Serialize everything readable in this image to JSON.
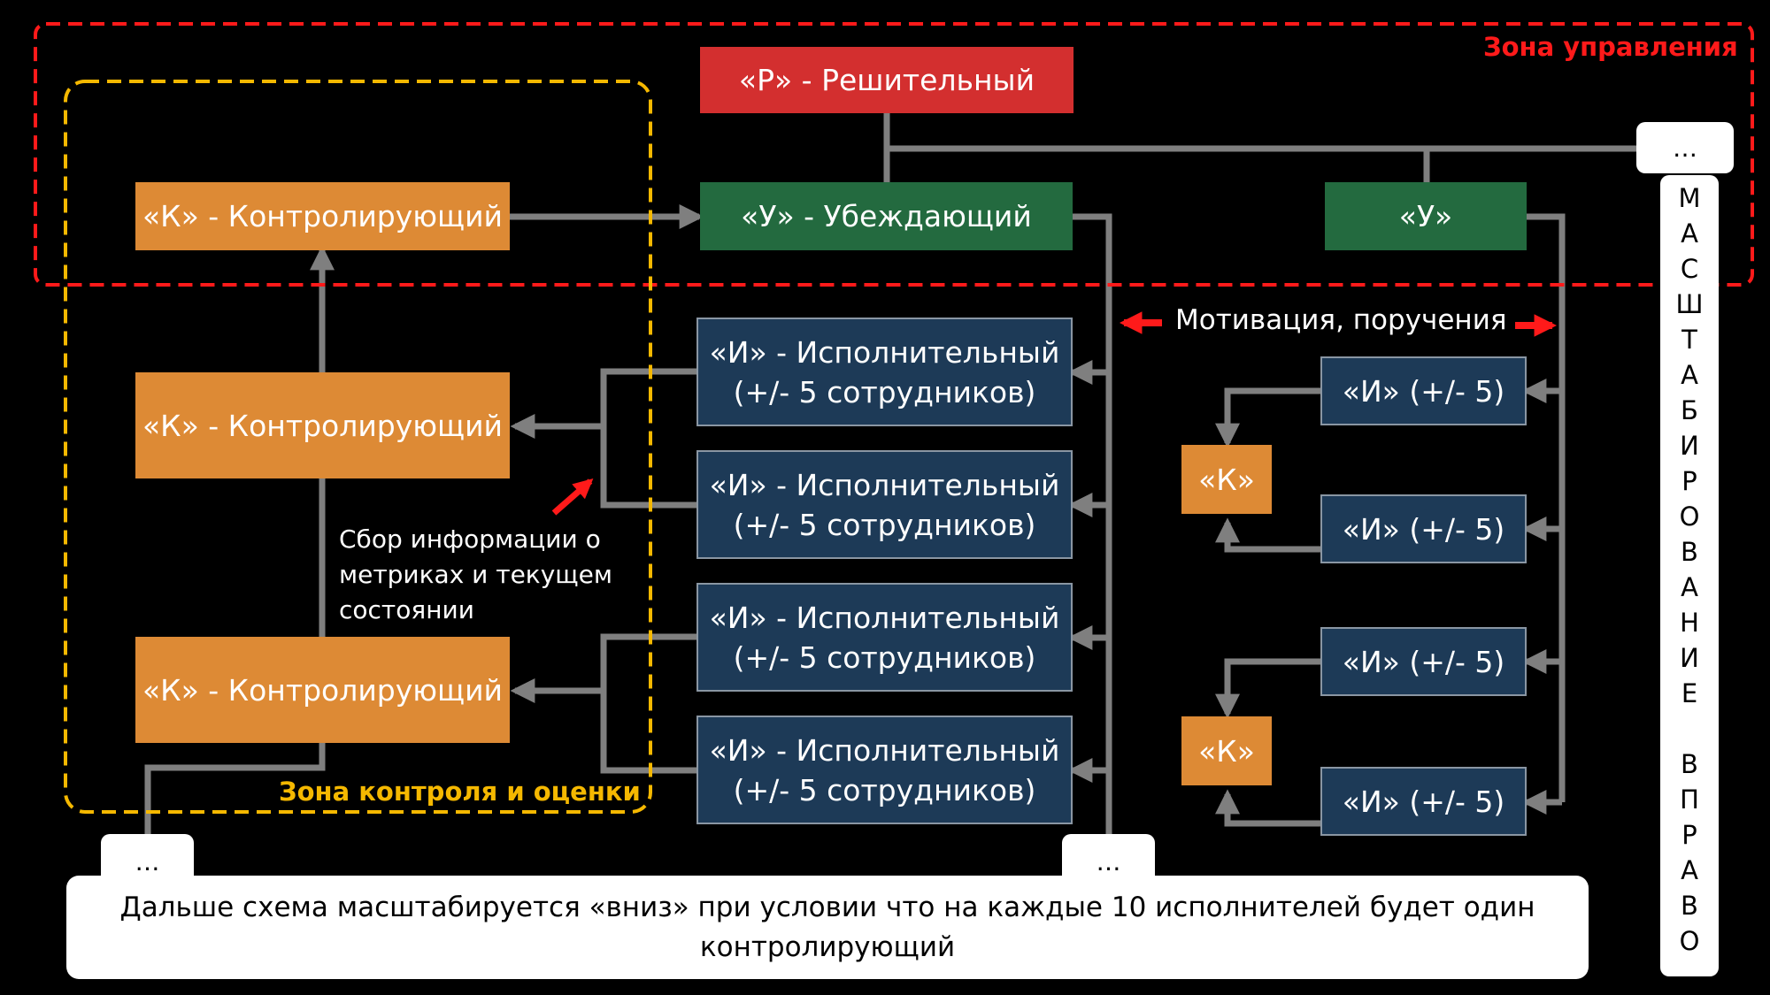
{
  "zones": {
    "management": "Зона управления",
    "control": "Зона контроля и оценки"
  },
  "decisive": {
    "label": "«Р» - Решительный"
  },
  "persuading": {
    "main_label": "«У» - Убеждающий",
    "right_label": "«У»"
  },
  "controlling": {
    "top": "«К» - Контролирующий",
    "middle": "«К» - Контролирующий",
    "bottom": "«К» - Контролирующий",
    "small_1": "«К»",
    "small_2": "«К»"
  },
  "executors": [
    {
      "line1": "«И» - Исполнительный",
      "line2": "(+/- 5 сотрудников)"
    },
    {
      "line1": "«И» - Исполнительный",
      "line2": "(+/- 5 сотрудников)"
    },
    {
      "line1": "«И» - Исполнительный",
      "line2": "(+/- 5 сотрудников)"
    },
    {
      "line1": "«И» - Исполнительный",
      "line2": "(+/- 5 сотрудников)"
    }
  ],
  "small_executors": [
    "«И» (+/- 5)",
    "«И» (+/- 5)",
    "«И» (+/- 5)",
    "«И» (+/- 5)"
  ],
  "motivation_label": "Мотивация, поручения",
  "info_label": {
    "line1": "Сбор информации о",
    "line2": "метриках и текущем",
    "line3": "состоянии"
  },
  "ellipsis": {
    "top_right": "…",
    "bottom_left": "…",
    "bottom_mid": "…"
  },
  "scaling_right": [
    "М",
    "А",
    "С",
    "Ш",
    "Т",
    "А",
    "Б",
    "И",
    "Р",
    "О",
    "В",
    "А",
    "Н",
    "И",
    "Е",
    "",
    "В",
    "П",
    "Р",
    "А",
    "В",
    "О"
  ],
  "footer": {
    "line1": "Дальше схема масштабируется «вниз» при условии что на каждые 10 исполнителей будет один",
    "line2": "контролирующий"
  },
  "colors": {
    "decisive": "#d32f2f",
    "persuading": "#236a3f",
    "controlling": "#dd8a35",
    "executor": "#1d3a57",
    "connector": "#7f7f7f",
    "zone_management": "#ff1a1a",
    "zone_control": "#f5b800"
  }
}
